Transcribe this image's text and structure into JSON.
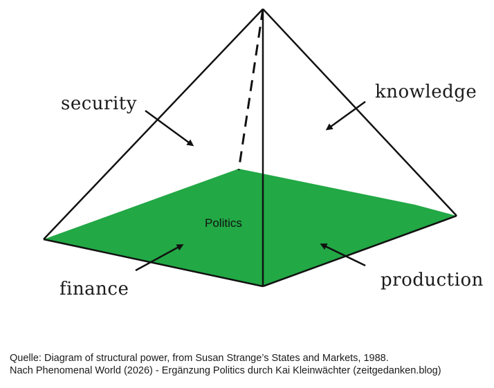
{
  "diagram": {
    "faces": {
      "security": "security",
      "knowledge": "knowledge",
      "finance": "finance",
      "production": "production"
    },
    "base_label": "Politics",
    "colors": {
      "base_fill": "#22a845",
      "line": "#111111"
    }
  },
  "caption": {
    "line1": "Quelle: Diagram of structural power, from Susan Strange’s States and Markets, 1988.",
    "line2": "Nach Phenomenal World (2026) - Ergänzung Politics durch Kai Kleinwächter (zeitgedanken.blog)"
  }
}
